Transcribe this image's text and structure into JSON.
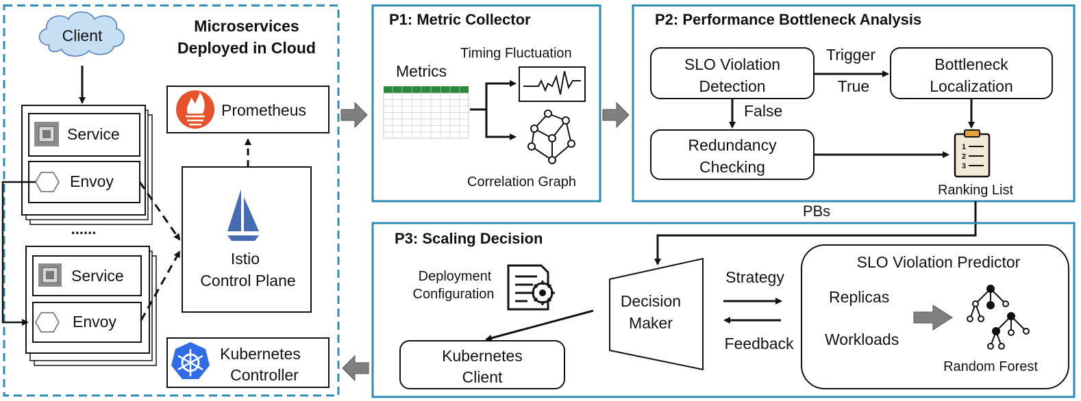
{
  "cloud": {
    "title_line1": "Microservices",
    "title_line2": "Deployed in Cloud",
    "client": "Client",
    "service": "Service",
    "envoy": "Envoy",
    "ellipsis": "......",
    "prometheus": "Prometheus",
    "istio_line1": "Istio",
    "istio_line2": "Control Plane",
    "k8s_controller_line1": "Kubernetes",
    "k8s_controller_line2": "Controller"
  },
  "p1": {
    "title": "P1: Metric Collector",
    "metrics": "Metrics",
    "timing": "Timing Fluctuation",
    "correlation": "Correlation Graph"
  },
  "p2": {
    "title": "P2: Performance Bottleneck Analysis",
    "slo_line1": "SLO Violation",
    "slo_line2": "Detection",
    "trigger": "Trigger",
    "true_label": "True",
    "false_label": "False",
    "bottleneck_line1": "Bottleneck",
    "bottleneck_line2": "Localization",
    "redundancy_line1": "Redundancy",
    "redundancy_line2": "Checking",
    "ranking": "Ranking List",
    "ranking_items": [
      "1",
      "2",
      "3"
    ]
  },
  "pbs": "PBs",
  "p3": {
    "title": "P3: Scaling Decision",
    "deploy_line1": "Deployment",
    "deploy_line2": "Configuration",
    "decision_line1": "Decision",
    "decision_line2": "Maker",
    "strategy": "Strategy",
    "feedback": "Feedback",
    "predictor_title": "SLO Violation Predictor",
    "replicas": "Replicas",
    "workloads": "Workloads",
    "random_forest": "Random Forest",
    "k8s_client_line1": "Kubernetes",
    "k8s_client_line2": "Client"
  },
  "colors": {
    "panel_border": "#2e8bb3",
    "prometheus": "#e6522c",
    "istio": "#466bb0",
    "kubernetes": "#326ce5",
    "cloud_fill": "#c7dff3",
    "arrow_gray": "#7f7f7f"
  }
}
